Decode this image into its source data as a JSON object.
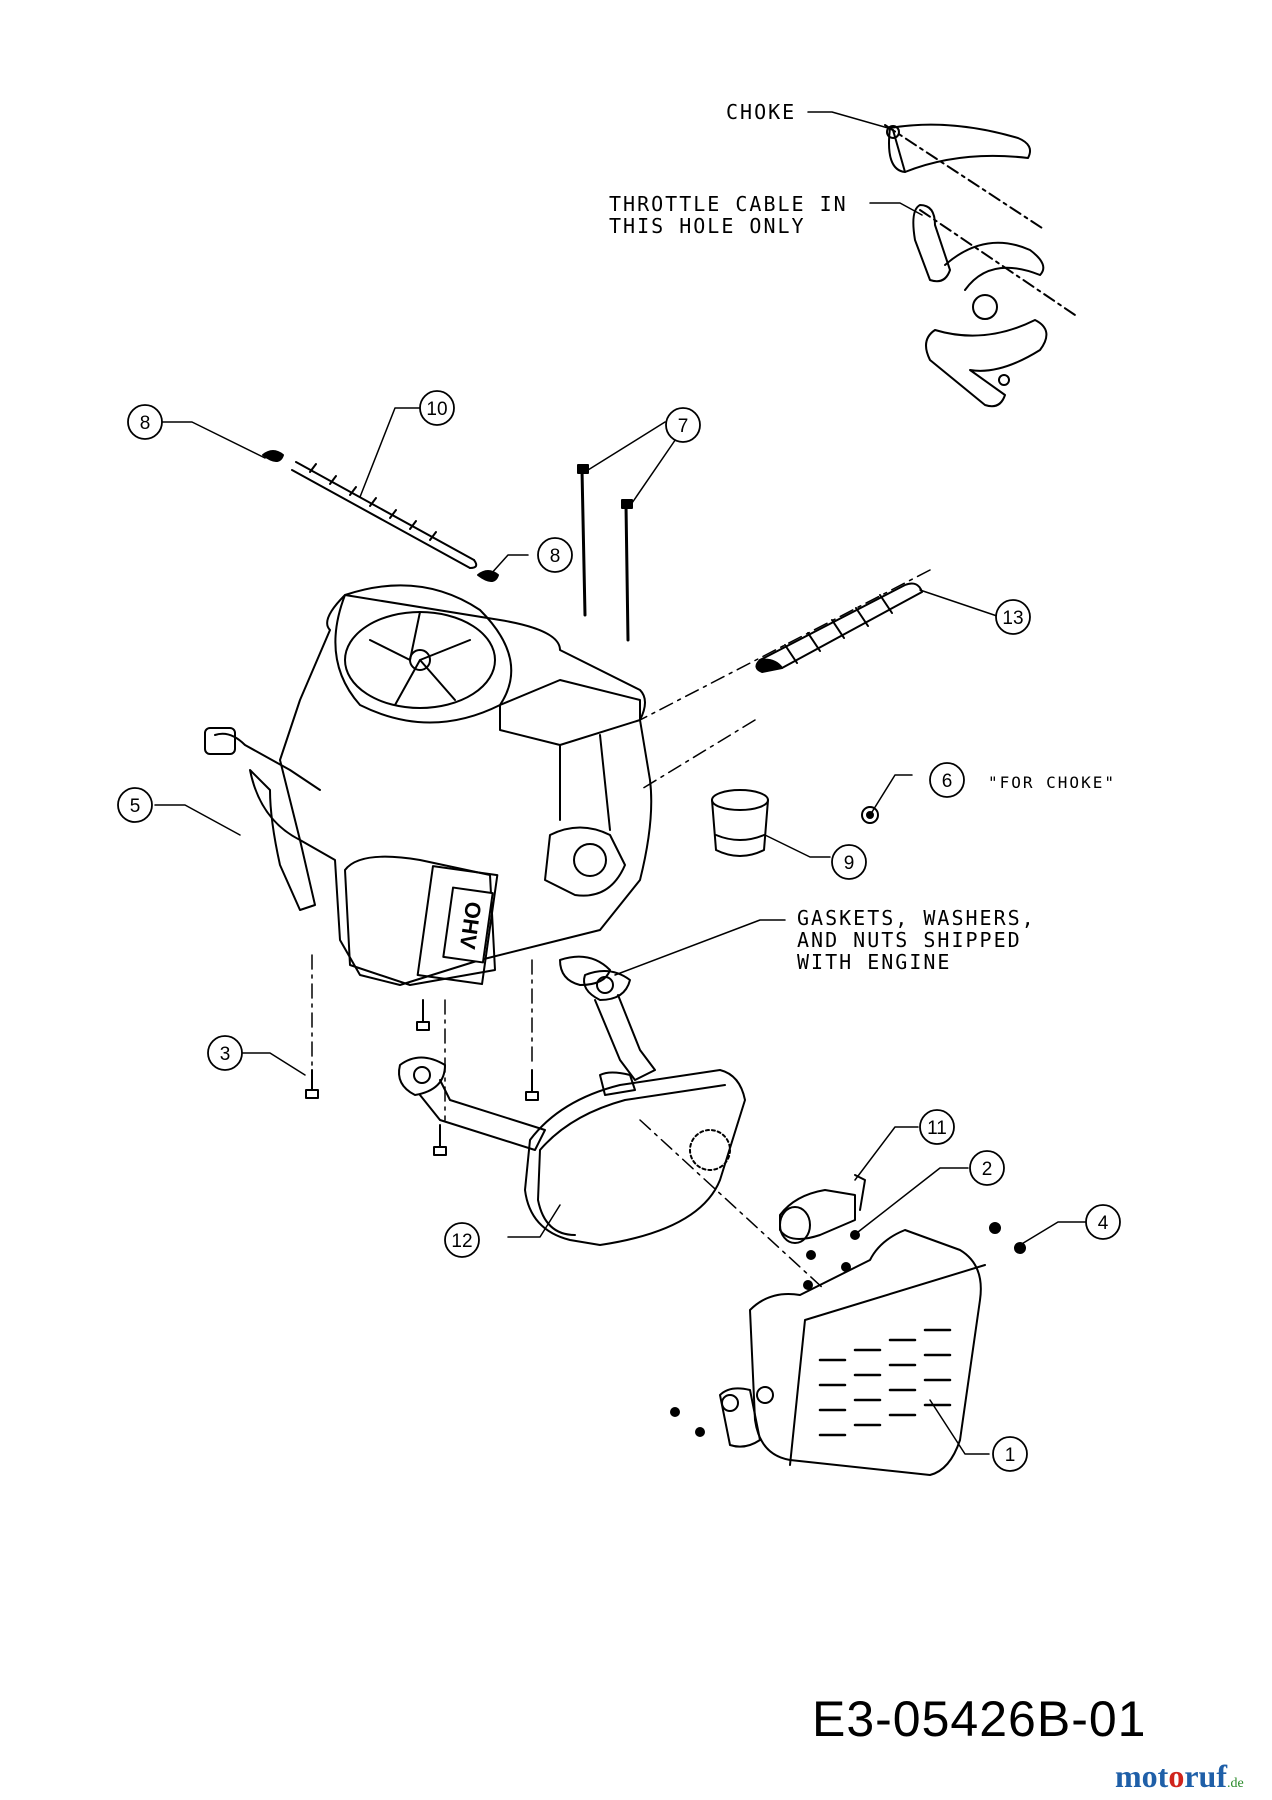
{
  "notes": {
    "choke": "CHOKE",
    "throttle_line1": "THROTTLE CABLE IN",
    "throttle_line2": "THIS HOLE ONLY",
    "for_choke": "\"FOR CHOKE\"",
    "gaskets_line1": "GASKETS, WASHERS,",
    "gaskets_line2": "AND NUTS SHIPPED",
    "gaskets_line3": "WITH ENGINE",
    "engine_badge": "OHV"
  },
  "callouts": [
    "1",
    "2",
    "3",
    "4",
    "5",
    "6",
    "7",
    "8",
    "8",
    "9",
    "10",
    "11",
    "12",
    "13"
  ],
  "drawing_code": "E3-05426B-01",
  "watermark": {
    "part1": "mot",
    "part2": "o",
    "part3": "ruf",
    "suffix": ".de"
  }
}
